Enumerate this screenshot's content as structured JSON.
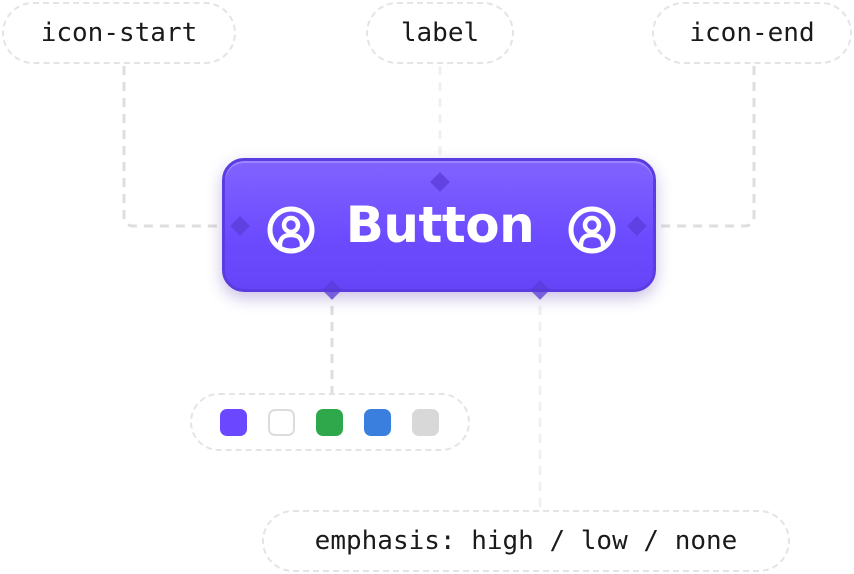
{
  "annotations": {
    "icon_start": "icon-start",
    "label": "label",
    "icon_end": "icon-end",
    "emphasis": "emphasis: high / low / none"
  },
  "button": {
    "label": "Button",
    "icon_start": "user-circle-icon",
    "icon_end": "user-circle-icon",
    "fill_color": "#6c4bff",
    "border_color": "#5b3ce0"
  },
  "swatches": [
    "#6b47ff",
    "#ffffff",
    "#2ea84a",
    "#3a7fdd",
    "#d8d8d8"
  ],
  "connector_color": "#dcdcdc",
  "marker_color": "#5a3bd8"
}
